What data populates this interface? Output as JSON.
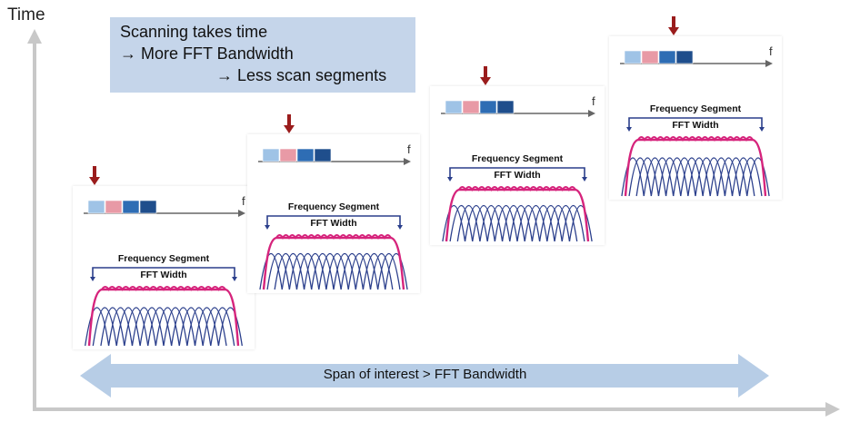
{
  "axis": {
    "time_label": "Time"
  },
  "callout": {
    "line1": "Scanning takes time",
    "line2": "→ More FFT Bandwidth",
    "line3": "→ Less scan segments"
  },
  "panel_labels": {
    "frequency_segment": "Frequency Segment",
    "fft_width": "FFT Width",
    "axis_f": "f"
  },
  "span": {
    "label": "Span of interest > FFT Bandwidth"
  },
  "colors": {
    "dark_red": "#9a1c1c",
    "magenta": "#d6247c",
    "navy": "#2b3f8c",
    "arrow_blue": "#b7cde6",
    "block_light_blue": "#9fc3e6",
    "block_pink": "#e89aa6",
    "block_mid_blue": "#2e6db4",
    "block_dark_blue": "#1f4e8c",
    "callout_bg": "#c5d5ea"
  }
}
